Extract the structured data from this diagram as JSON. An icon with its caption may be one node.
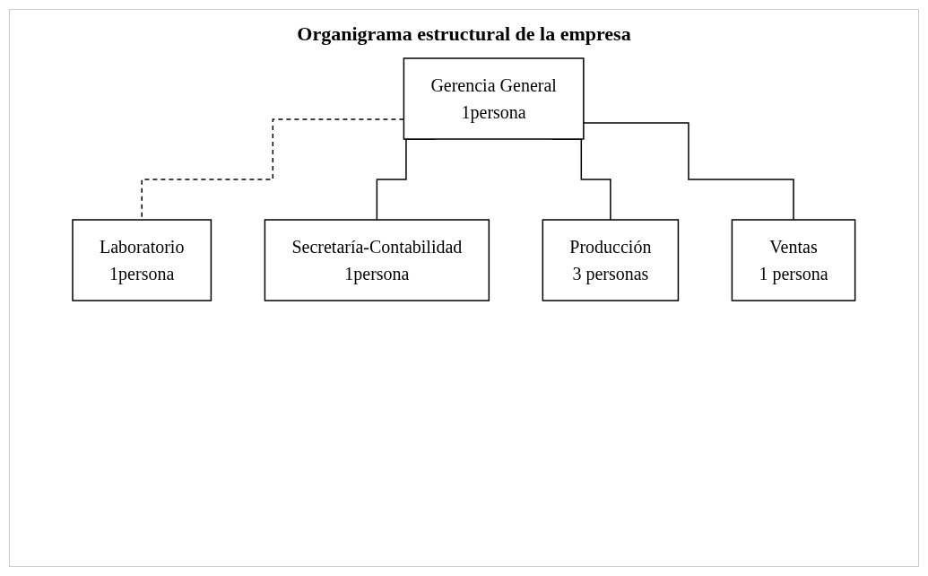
{
  "diagram": {
    "title": "Organigrama estructural de la empresa",
    "nodes": [
      {
        "text": [
          "Gerencia General",
          "1persona"
        ]
      },
      {
        "text": [
          "Laboratorio",
          "1persona"
        ]
      },
      {
        "text": [
          "Secretaría-Contabilidad",
          "1persona"
        ]
      },
      {
        "text": [
          "Producción",
          "3 personas"
        ]
      },
      {
        "text": [
          "Ventas",
          "1 persona"
        ]
      }
    ],
    "edges": [
      {
        "from": 0,
        "to": 1,
        "arrow": "none",
        "style": "dashed"
      },
      {
        "from": 0,
        "to": 2,
        "arrow": "none"
      },
      {
        "from": 0,
        "to": 3,
        "arrow": "none"
      },
      {
        "from": 0,
        "to": 4,
        "arrow": "none"
      }
    ]
  }
}
